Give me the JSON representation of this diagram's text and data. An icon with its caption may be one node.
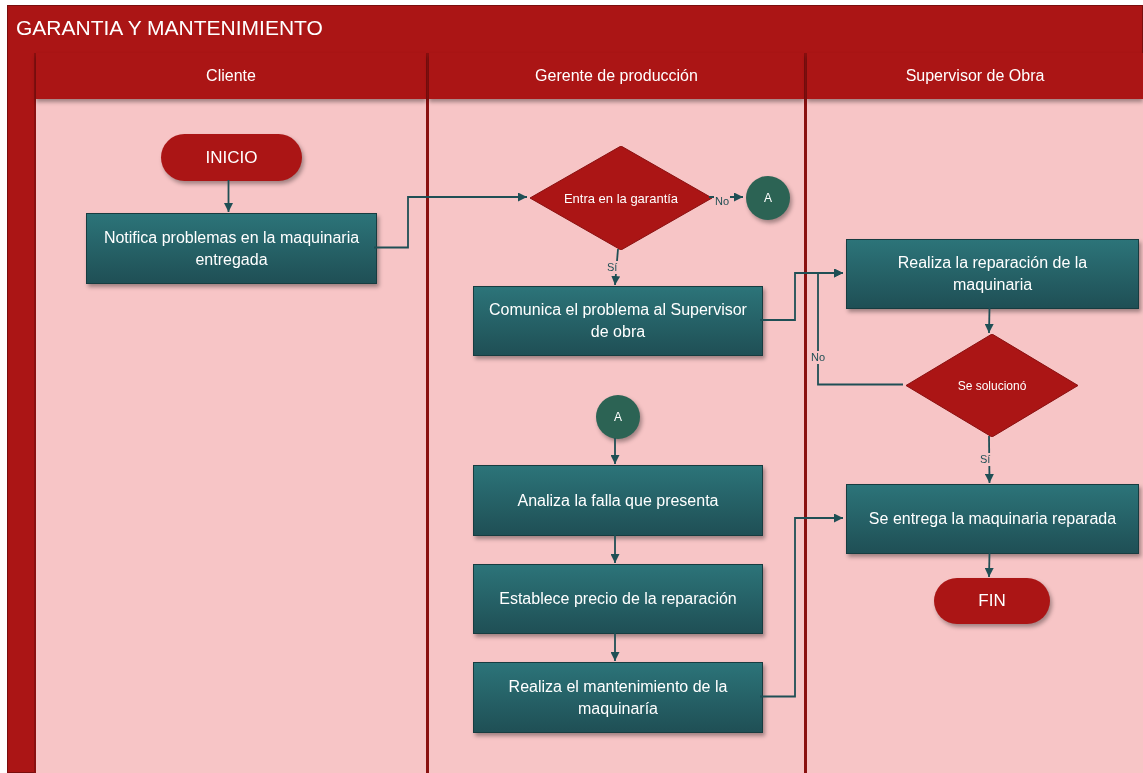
{
  "diagram": {
    "nodes": [
      {
        "text": [
          "GARANTIA Y MANTENIMIENTO"
        ]
      },
      {
        "text": [
          "Cliente"
        ],
        "in": 0
      },
      {
        "text": [
          "Gerente de producción"
        ],
        "in": 0
      },
      {
        "text": [
          "Supervisor de Obra"
        ],
        "in": 0
      },
      {
        "text": [
          "INICIO"
        ],
        "in": 1
      },
      {
        "text": [
          "Notifica problemas en la maquinaria entregada"
        ],
        "in": 1
      },
      {
        "text": [
          "Entra en la garantía"
        ],
        "in": 2
      },
      {
        "text": [
          "A"
        ],
        "in": 2
      },
      {
        "text": [
          "Comunica el problema al Supervisor de obra"
        ],
        "in": 2
      },
      {
        "text": [
          "A"
        ],
        "in": 2
      },
      {
        "text": [
          "Analiza la falla que presenta"
        ],
        "in": 2
      },
      {
        "text": [
          "Establece precio de la reparación"
        ],
        "in": 2
      },
      {
        "text": [
          "Realiza el mantenimiento de la maquinaría"
        ],
        "in": 2
      },
      {
        "text": [
          "Realiza la reparación de la maquinaria"
        ],
        "in": 3
      },
      {
        "text": [
          "Se solucionó"
        ],
        "in": 3
      },
      {
        "text": [
          "Se entrega la maquinaria reparada"
        ],
        "in": 3
      },
      {
        "text": [
          "FIN"
        ],
        "in": 3
      }
    ],
    "edges": [
      {
        "from": 4,
        "to": 5,
        "arrow": "to"
      },
      {
        "from": 5,
        "to": 6,
        "arrow": "to"
      },
      {
        "from": 6,
        "to": 7,
        "arrow": "to",
        "label": "No"
      },
      {
        "from": 6,
        "to": 8,
        "arrow": "to",
        "label": "Sí"
      },
      {
        "from": 8,
        "to": 13,
        "arrow": "to"
      },
      {
        "from": 9,
        "to": 10,
        "arrow": "to"
      },
      {
        "from": 10,
        "to": 11,
        "arrow": "to"
      },
      {
        "from": 11,
        "to": 12,
        "arrow": "to"
      },
      {
        "from": 12,
        "to": 15,
        "arrow": "to"
      },
      {
        "from": 13,
        "to": 14,
        "arrow": "to"
      },
      {
        "from": 14,
        "to": 13,
        "arrow": "to",
        "label": "No"
      },
      {
        "from": 14,
        "to": 15,
        "arrow": "to",
        "label": "Sí"
      },
      {
        "from": 15,
        "to": 16,
        "arrow": "to"
      }
    ]
  }
}
